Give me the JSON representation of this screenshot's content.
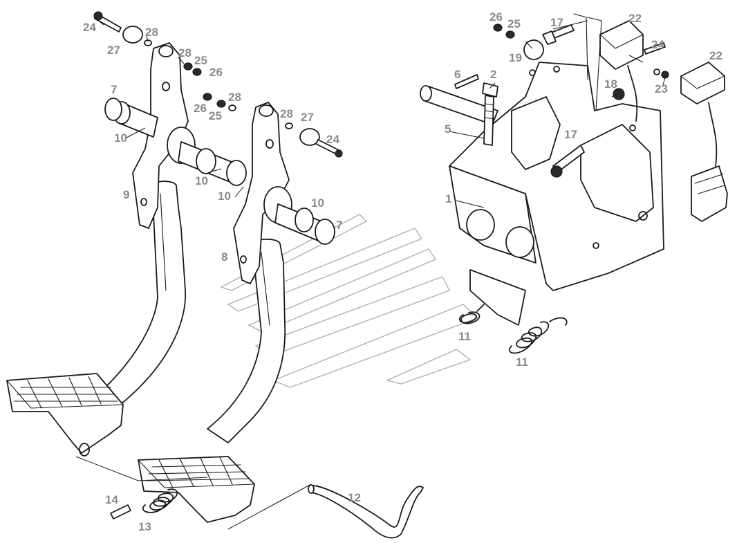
{
  "callouts": [
    {
      "id": "c24a",
      "text": "24"
    },
    {
      "id": "c28a",
      "text": "28"
    },
    {
      "id": "c27a",
      "text": "27"
    },
    {
      "id": "c28b",
      "text": "28"
    },
    {
      "id": "c25a",
      "text": "25"
    },
    {
      "id": "c26a",
      "text": "26"
    },
    {
      "id": "c7a",
      "text": "7"
    },
    {
      "id": "c28c",
      "text": "28"
    },
    {
      "id": "c26b",
      "text": "26"
    },
    {
      "id": "c25b",
      "text": "25"
    },
    {
      "id": "c28d",
      "text": "28"
    },
    {
      "id": "c27b",
      "text": "27"
    },
    {
      "id": "c10a",
      "text": "10"
    },
    {
      "id": "c24b",
      "text": "24"
    },
    {
      "id": "c10b",
      "text": "10"
    },
    {
      "id": "c10c",
      "text": "10"
    },
    {
      "id": "c9",
      "text": "9"
    },
    {
      "id": "c10d",
      "text": "10"
    },
    {
      "id": "c7b",
      "text": "7"
    },
    {
      "id": "c8",
      "text": "8"
    },
    {
      "id": "c26c",
      "text": "26"
    },
    {
      "id": "c25c",
      "text": "25"
    },
    {
      "id": "c17a",
      "text": "17"
    },
    {
      "id": "c22a",
      "text": "22"
    },
    {
      "id": "c19",
      "text": "19"
    },
    {
      "id": "c24c",
      "text": "24"
    },
    {
      "id": "c22b",
      "text": "22"
    },
    {
      "id": "c6",
      "text": "6"
    },
    {
      "id": "c2",
      "text": "2"
    },
    {
      "id": "c18",
      "text": "18"
    },
    {
      "id": "c23",
      "text": "23"
    },
    {
      "id": "c5",
      "text": "5"
    },
    {
      "id": "c17b",
      "text": "17"
    },
    {
      "id": "c1",
      "text": "1"
    },
    {
      "id": "c11a",
      "text": "11"
    },
    {
      "id": "c11b",
      "text": "11"
    },
    {
      "id": "c12",
      "text": "12"
    },
    {
      "id": "c14",
      "text": "14"
    },
    {
      "id": "c13",
      "text": "13"
    }
  ]
}
